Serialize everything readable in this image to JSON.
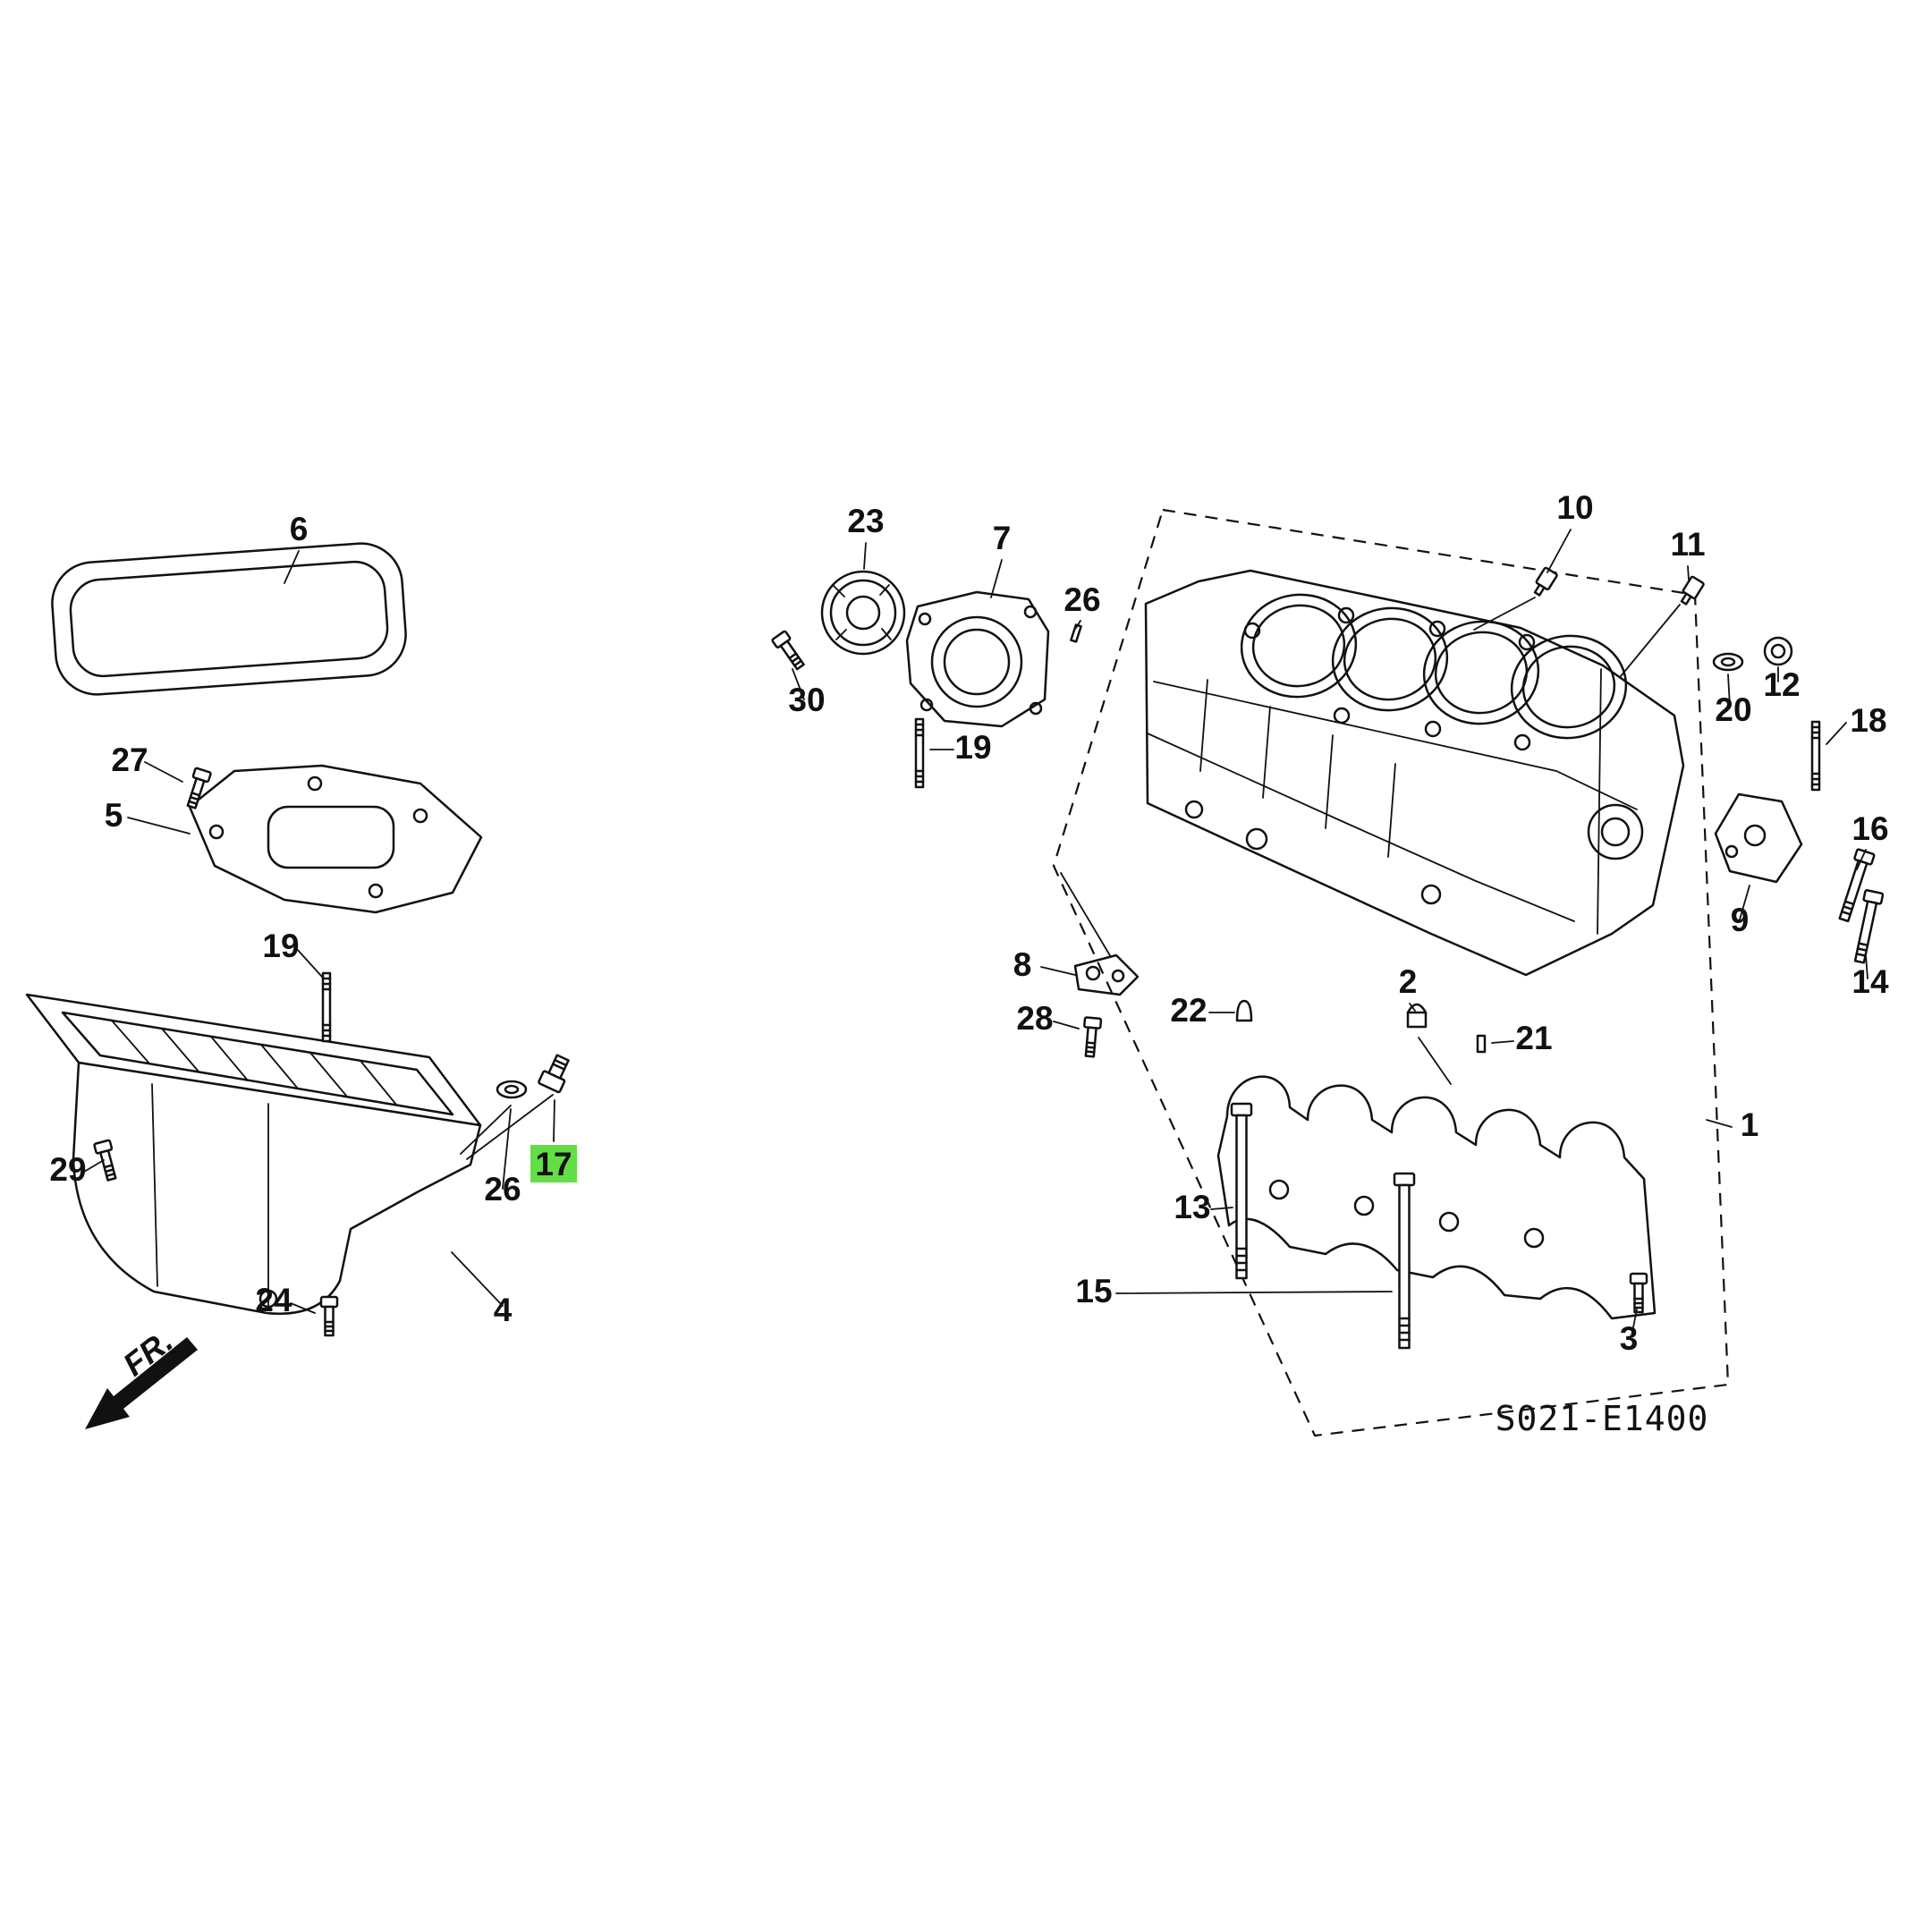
{
  "diagram": {
    "code": "S021-E1400",
    "direction_label": "FR.",
    "highlight_color": "#63DE45",
    "highlighted_callout": "17",
    "callouts": [
      {
        "text": "1",
        "highlighted": false
      },
      {
        "text": "2",
        "highlighted": false
      },
      {
        "text": "3",
        "highlighted": false
      },
      {
        "text": "4",
        "highlighted": false
      },
      {
        "text": "5",
        "highlighted": false
      },
      {
        "text": "6",
        "highlighted": false
      },
      {
        "text": "7",
        "highlighted": false
      },
      {
        "text": "8",
        "highlighted": false
      },
      {
        "text": "9",
        "highlighted": false
      },
      {
        "text": "10",
        "highlighted": false
      },
      {
        "text": "11",
        "highlighted": false
      },
      {
        "text": "12",
        "highlighted": false
      },
      {
        "text": "13",
        "highlighted": false
      },
      {
        "text": "14",
        "highlighted": false
      },
      {
        "text": "15",
        "highlighted": false
      },
      {
        "text": "16",
        "highlighted": false
      },
      {
        "text": "17",
        "highlighted": true
      },
      {
        "text": "18",
        "highlighted": false
      },
      {
        "text": "19",
        "highlighted": false
      },
      {
        "text": "19",
        "highlighted": false
      },
      {
        "text": "20",
        "highlighted": false
      },
      {
        "text": "21",
        "highlighted": false
      },
      {
        "text": "22",
        "highlighted": false
      },
      {
        "text": "23",
        "highlighted": false
      },
      {
        "text": "24",
        "highlighted": false
      },
      {
        "text": "26",
        "highlighted": false
      },
      {
        "text": "26",
        "highlighted": false
      },
      {
        "text": "27",
        "highlighted": false
      },
      {
        "text": "28",
        "highlighted": false
      },
      {
        "text": "29",
        "highlighted": false
      },
      {
        "text": "30",
        "highlighted": false
      }
    ]
  }
}
